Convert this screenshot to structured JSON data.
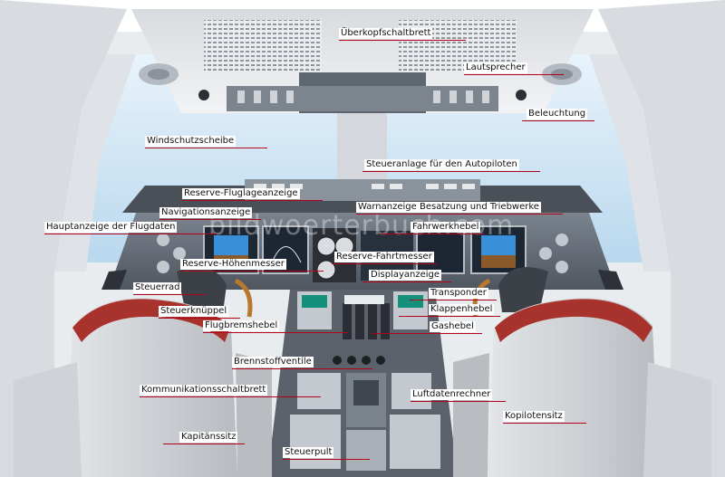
{
  "watermark": "bildwoerterbuch.com",
  "labels": {
    "ueberkopf": "Überkopfschaltbrett",
    "lautsprecher": "Lautsprecher",
    "beleuchtung": "Beleuchtung",
    "windschutz": "Windschutzscheibe",
    "autopilot": "Steueranlage für den Autopiloten",
    "reserve_fluglage": "Reserve-Fluglageanzeige",
    "navigation": "Navigationsanzeige",
    "warnanzeige": "Warnanzeige Besatzung und Triebwerke",
    "hauptanzeige": "Hauptanzeige der Flugdaten",
    "fahrwerk": "Fahrwerkhebel",
    "reserve_fahrt": "Reserve-Fahrtmesser",
    "reserve_hoehe": "Reserve-Höhenmesser",
    "display": "Displayanzeige",
    "steuerrad": "Steuerrad",
    "transponder": "Transponder",
    "steuerknueppel": "Steuerknüppel",
    "klappen": "Klappenhebel",
    "flugbrems": "Flugbremshebel",
    "gas": "Gashebel",
    "brennstoff": "Brennstoffventile",
    "kommunikation": "Kommunikationsschaltbrett",
    "luftdaten": "Luftdatenrechner",
    "kopilot": "Kopilotensitz",
    "kapitaen": "Kapitänssitz",
    "steuerpult": "Steuerpult"
  },
  "colors": {
    "sky": "#cfe6f5",
    "frame": "#e6e9ec",
    "panel": "#6d7580",
    "screen": "#3a8fd9",
    "seat": "#c9ccd0",
    "seat_red": "#a8322c",
    "leader": "#b3001b"
  }
}
